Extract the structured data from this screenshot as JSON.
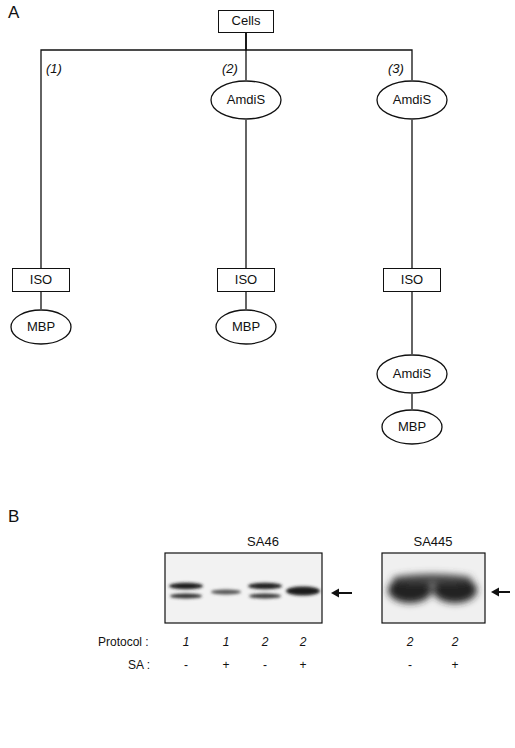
{
  "diagram": {
    "nodes": [
      {
        "text": [
          "Cells"
        ]
      },
      {
        "text": [
          "ISO"
        ]
      },
      {
        "text": [
          "MBP"
        ]
      },
      {
        "text": [
          "AmdiS"
        ]
      },
      {
        "text": [
          "ISO"
        ]
      },
      {
        "text": [
          "MBP"
        ]
      },
      {
        "text": [
          "AmdiS"
        ]
      },
      {
        "text": [
          "ISO"
        ]
      },
      {
        "text": [
          "AmdiS"
        ]
      },
      {
        "text": [
          "MBP"
        ]
      }
    ],
    "edges": [
      {
        "from": 0,
        "to": 1,
        "arrow": "none"
      },
      {
        "from": 0,
        "to": 3,
        "arrow": "none"
      },
      {
        "from": 0,
        "to": 6,
        "arrow": "none"
      },
      {
        "from": 1,
        "to": 2,
        "arrow": "none"
      },
      {
        "from": 3,
        "to": 4,
        "arrow": "none"
      },
      {
        "from": 4,
        "to": 5,
        "arrow": "none"
      },
      {
        "from": 6,
        "to": 7,
        "arrow": "none"
      },
      {
        "from": 7,
        "to": 8,
        "arrow": "none"
      },
      {
        "from": 8,
        "to": 9,
        "arrow": "none"
      }
    ],
    "labels": [
      "A",
      "(1)",
      "(2)",
      "(3)",
      "B",
      "SA46",
      "SA445",
      "Protocol :",
      "1",
      "1",
      "2",
      "2",
      "2",
      "2",
      "SA :",
      "-",
      "+",
      "-",
      "+",
      "-",
      "+"
    ]
  }
}
